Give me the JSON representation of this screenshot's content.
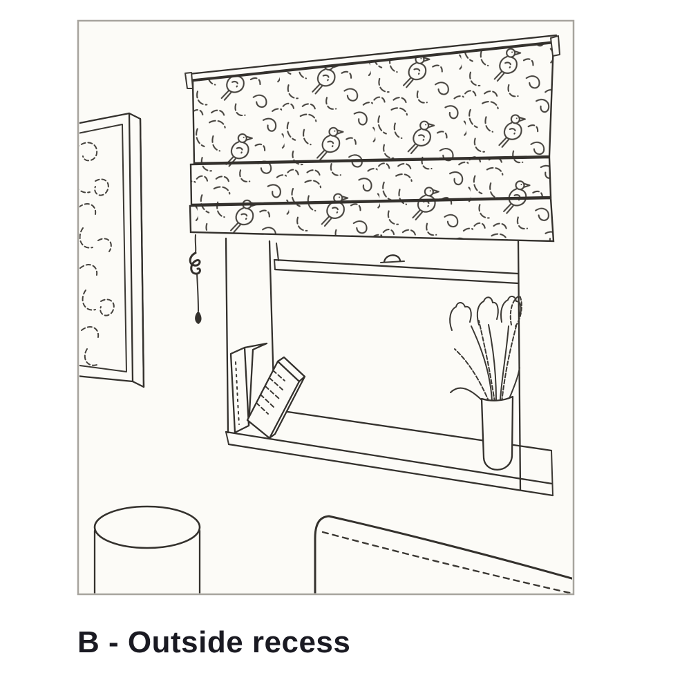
{
  "figure": {
    "caption": "B - Outside recess",
    "caption_color": "#1a1a22",
    "border_color": "#a7a49e",
    "paper_color": "#fcfbf7",
    "ink_color": "#34312d",
    "scene": {
      "description": "Hand-drawn line illustration of a roman blind with bird-and-foliage patterned fabric mounted outside the window recess, above a sash window with a sill holding books and a vase of tulips; a framed picture hangs on the left wall, with a cylindrical stool and a sofa back in the foreground",
      "elements": [
        "roman-blind",
        "blind-headrail",
        "blind-pull-cord",
        "sash-window",
        "window-catch",
        "windowsill",
        "books-on-sill",
        "vase-of-tulips",
        "picture-frame",
        "cylindrical-stool",
        "sofa-back"
      ]
    }
  }
}
